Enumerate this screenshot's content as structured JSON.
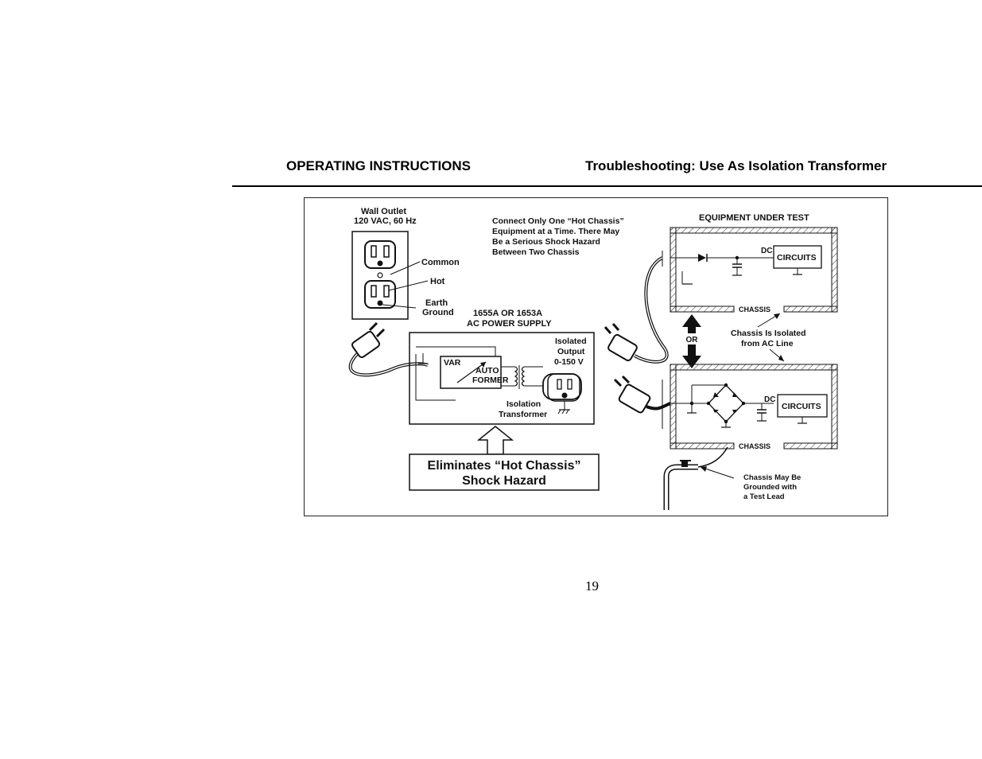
{
  "header": {
    "left": "OPERATING INSTRUCTIONS",
    "right": "Troubleshooting:  Use As Isolation Transformer"
  },
  "figure": {
    "wall_outlet": [
      "Wall Outlet",
      "120 VAC, 60 Hz"
    ],
    "outlet_labels": {
      "common": "Common",
      "hot": "Hot",
      "earth_ground": [
        "Earth",
        "Ground"
      ]
    },
    "warning": [
      "Connect Only One “Hot Chassis”",
      "Equipment at a Time. There May",
      "Be a Serious Shock Hazard",
      "Between Two Chassis"
    ],
    "equipment_under_test": "EQUIPMENT UNDER TEST",
    "power_supply": [
      "1655A OR 1653A",
      "AC POWER SUPPLY"
    ],
    "var": "VAR",
    "autoformer": [
      "AUTO",
      "FORMER"
    ],
    "isolated_output": [
      "Isolated",
      "Output",
      "0-150 V"
    ],
    "isolation_transformer": [
      "Isolation",
      "Transformer"
    ],
    "eliminates": [
      "Eliminates “Hot Chassis”",
      "Shock Hazard"
    ],
    "dc": "DC",
    "circuits": "CIRCUITS",
    "chassis": "CHASSIS",
    "or": "OR",
    "chassis_isolated": [
      "Chassis Is Isolated",
      "from AC Line"
    ],
    "chassis_grounded": [
      "Chassis May Be",
      "Grounded with",
      "a Test Lead"
    ]
  },
  "page_number": "19"
}
